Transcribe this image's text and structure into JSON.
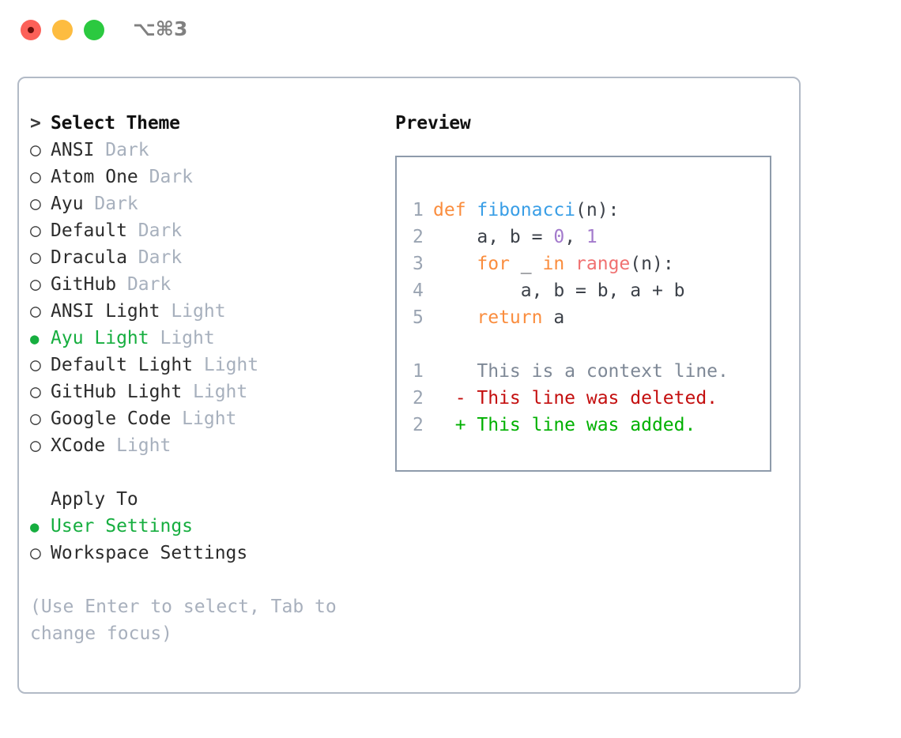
{
  "window": {
    "traffic_lights": [
      "close",
      "minimize",
      "maximize"
    ],
    "shortcut": "⌥⌘3",
    "colors": {
      "red": "#fc6058",
      "yellow": "#fdbc40",
      "green": "#2bc940",
      "panel_border": "#b2bac6",
      "preview_border": "#8e9bab",
      "accent_green": "#16ae3f",
      "muted": "#a7b0bd"
    }
  },
  "theme_picker": {
    "header_marker": ">",
    "header": "Select Theme",
    "items": [
      {
        "marker": "○",
        "name": "ANSI",
        "variant": "Dark",
        "selected": false
      },
      {
        "marker": "○",
        "name": "Atom One",
        "variant": "Dark",
        "selected": false
      },
      {
        "marker": "○",
        "name": "Ayu",
        "variant": "Dark",
        "selected": false
      },
      {
        "marker": "○",
        "name": "Default",
        "variant": "Dark",
        "selected": false
      },
      {
        "marker": "○",
        "name": "Dracula",
        "variant": "Dark",
        "selected": false
      },
      {
        "marker": "○",
        "name": "GitHub",
        "variant": "Dark",
        "selected": false
      },
      {
        "marker": "○",
        "name": "ANSI Light",
        "variant": "Light",
        "selected": false
      },
      {
        "marker": "●",
        "name": "Ayu Light",
        "variant": "Light",
        "selected": true
      },
      {
        "marker": "○",
        "name": "Default Light",
        "variant": "Light",
        "selected": false
      },
      {
        "marker": "○",
        "name": "GitHub Light",
        "variant": "Light",
        "selected": false
      },
      {
        "marker": "○",
        "name": "Google Code",
        "variant": "Light",
        "selected": false
      },
      {
        "marker": "○",
        "name": "XCode",
        "variant": "Light",
        "selected": false
      }
    ]
  },
  "apply_to": {
    "title": "Apply To",
    "options": [
      {
        "marker": "●",
        "label": "User Settings",
        "selected": true
      },
      {
        "marker": "○",
        "label": "Workspace Settings",
        "selected": false
      }
    ]
  },
  "hint": "(Use Enter to select, Tab to change focus)",
  "preview": {
    "title": "Preview",
    "code_lines": [
      {
        "number": "1",
        "tokens": [
          {
            "text": "def ",
            "type": "kw"
          },
          {
            "text": "fibonacci",
            "type": "fn"
          },
          {
            "text": "(n):",
            "type": "plain"
          }
        ]
      },
      {
        "number": "2",
        "tokens": [
          {
            "text": "    a, b = ",
            "type": "plain"
          },
          {
            "text": "0",
            "type": "num"
          },
          {
            "text": ", ",
            "type": "plain"
          },
          {
            "text": "1",
            "type": "num"
          }
        ]
      },
      {
        "number": "3",
        "tokens": [
          {
            "text": "    ",
            "type": "plain"
          },
          {
            "text": "for",
            "type": "kw"
          },
          {
            "text": " _ ",
            "type": "plain"
          },
          {
            "text": "in",
            "type": "kw"
          },
          {
            "text": " ",
            "type": "plain"
          },
          {
            "text": "range",
            "type": "bi"
          },
          {
            "text": "(n):",
            "type": "plain"
          }
        ]
      },
      {
        "number": "4",
        "tokens": [
          {
            "text": "        a, b = b, a + b",
            "type": "plain"
          }
        ]
      },
      {
        "number": "5",
        "tokens": [
          {
            "text": "    ",
            "type": "plain"
          },
          {
            "text": "return",
            "type": "kw"
          },
          {
            "text": " a",
            "type": "plain"
          }
        ]
      }
    ],
    "diff_lines": [
      {
        "number": "1",
        "sign": " ",
        "text": "This is a context line.",
        "kind": "context"
      },
      {
        "number": "2",
        "sign": "-",
        "text": "This line was deleted.",
        "kind": "deleted"
      },
      {
        "number": "2",
        "sign": "+",
        "text": "This line was added.",
        "kind": "added"
      }
    ]
  }
}
